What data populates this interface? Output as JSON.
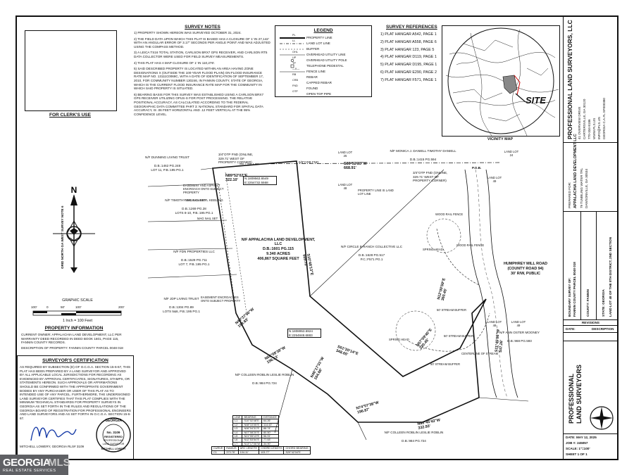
{
  "clerk": {
    "label": "FOR CLERK'S USE"
  },
  "survey_notes": {
    "title": "SURVEY NOTES",
    "items": [
      "1) PROPERTY SHOWN HEREON WAS SURVEYED OCTOBER 31, 2024.",
      "2) THE FIELD DATA UPON WHICH THIS PLAT IS BASED HAS A CLOSURE OF 1' IN 27,142' WITH AN ANGULAR ERROR OF 3.17\" SECONDS PER ANGLE POINT AND WAS ADJUSTED USING THE COMPASS METHOD.",
      "3) A LEICA TS16 TOTAL STATION, CARLSON BRX7 GPS RECEIVER, AND CARLSON RT5 DATA COLLECTOR WERE USED FOR FIELD SURVEY MEASUREMENTS.",
      "4) THIS PLAT HAS A MAP CLOSURE OF 1' IN 110,276'.",
      "5) SAID DESCRIBED PROPERTY IS LOCATED WITHIN AN AREA HAVING ZONE DESIGNATIONS X (OUTSIDE THE 100-YEAR FLOOD PLAIN) ON FLOOD INSURANCE RATE MAP NO. 13111C0068C, WITH A DATE OF IDENTIFICATION OF SEPTEMBER 17, 2010, FOR COMMUNITY NUMBER 130246, IN FANNIN COUNTY, STATE OF GEORGIA, WHICH IS THE CURRENT FLOOD INSURANCE RATE MAP FOR THE COMMUNITY IN WHICH SAID PROPERTY IS SITUATED.",
      "6) BEARING BASIS FOR THIS SURVEY WAS ESTABLISHED USING A CARLSON BRX7 GPS RECEIVER UTILIZING OPUS-S FOR POST PROCESSING. THE RELATIVE POSITIONAL ACCURACY, AS CALCULATED ACCORDING TO THE FEDERAL GEOGRAPHIC DATA COMMITTEE PART 3: NATIONAL STANDARD FOR SPATIAL DATA ACCURACY, IS .06 FEET HORIZONTAL AND .12 FEET VERTICAL AT THE 95% CONFIDENCE LEVEL."
    ]
  },
  "legend": {
    "title": "LEGEND",
    "rows": [
      {
        "symbol": "PL",
        "label": "PROPERTY LINE"
      },
      {
        "symbol": "LL",
        "label": "LAND LOT LINE"
      },
      {
        "symbol": "",
        "label": "BUFFER"
      },
      {
        "symbol": "OHL",
        "label": "OVERHEAD UTILITY LINE"
      },
      {
        "symbol": "UP",
        "label": "OVERHEAD UTILITY POLE"
      },
      {
        "symbol": "TP",
        "label": "TELEPHONE PEDESTAL"
      },
      {
        "symbol": "—X—",
        "label": "FENCE LINE"
      },
      {
        "symbol": "RB",
        "label": "REBAR"
      },
      {
        "symbol": "CRB",
        "label": "CAPPED REBAR"
      },
      {
        "symbol": "FND",
        "label": "FOUND"
      },
      {
        "symbol": "OTP",
        "label": "OPEN TOP PIPE"
      }
    ]
  },
  "survey_references": {
    "title": "SURVEY REFERENCES",
    "items": [
      "1) PLAT HANGAR A542, PAGE 1",
      "2) PLAT HANGAR A558, PAGE 6",
      "3) PLAT HANGAR 123, PAGE 5",
      "4) PLAT HANGAR D119, PAGE 1",
      "5) PLAT HANGAR D195, PAGE 1",
      "6) PLAT HANGAR E290, PAGE 2",
      "7) PLAT HANGAR F571, PAGE 1"
    ]
  },
  "vicinity": {
    "site_label": "SITE",
    "caption": "VICINITY MAP"
  },
  "title_block": {
    "firm_name": "PROFESSIONAL LAND SURVEYORS, LLC",
    "firm_address": [
      "41 OVERVIEW DRIVE",
      "CARTERSVILLE, GA 30120",
      "770-334-8186",
      "WWW.PLS.US",
      "INFO@PLS.US",
      "GEORGIA C.A.#L.SF000380"
    ],
    "prepared_for_label": "PREPARED FOR:",
    "client_name": "APPALACHIA LAND DEVELOPMENT LLC",
    "client_address": [
      "79 TUMBLING WATER TRL",
      "DAWSONVILLE, GA 30534"
    ],
    "boundary_label": "BOUNDARY SURVEY OF:",
    "boundary_parcel": "FANNIN COUNTY PARCEL 0048 018",
    "county": "COUNTY: FANNIN",
    "land_lot": "LAND LOT 48 OF THE 8TH DISTRICT, 2ND SECTION",
    "state": "STATE: GEORGIA",
    "revisions_title": "REVISIONS",
    "rev_date": "DATE:",
    "rev_desc": "DESCRIPTION",
    "logo_text": [
      "PROFESSIONAL",
      "LAND SURVEYORS"
    ],
    "date": "DATE: MAY 12, 2025",
    "job": "JOB #: 245057",
    "scale": "SCALE: 1\"=100'",
    "sheet": "SHEET 1 OF 1"
  },
  "north": {
    "label": "GRID NORTH GA WEST SURVEY NOTE 6",
    "letter": "N"
  },
  "graphic_scale": {
    "title": "GRAPHIC SCALE",
    "ticks": [
      "100'",
      "0",
      "50'",
      "100'",
      "200'"
    ],
    "ratio": "1 Inch = 100 Feet"
  },
  "property_info": {
    "title": "PROPERTY INFORMATION",
    "current_owner": "CURRENT OWNER: APPALACHIA LAND DEVELOPMENT, LLC PER WARRANTY DEED RECORDED IN DEED BOOK 1601, PAGE 115, FANNIN COUNTY RECORDS.",
    "description": "DESCRIPTION OF PROPERTY: FANNIN COUNTY PARCEL 0048 018"
  },
  "certification": {
    "title": "SURVEYOR'S CERTIFICATION",
    "text": "AS REQUIRED BY SUBSECTION (D) OF O.C.G.A. SECTION 15-6-67, THIS PLAT HAS BEEN PREPARED BY A LAND SURVEYOR AND APPROVED BY ALL APPLICABLE LOCAL JURISDICTIONS FOR RECORDING AS EVIDENCED BY APPROVAL CERTIFICATES, SIGNATURES, STAMPS, OR STATEMENTS HEREON. SUCH APPROVALS OR AFFIRMATIONS SHOULD BE CONFIRMED WITH THE APPROPRIATE GOVERNMENT BODIES BY ANY PURCHASER OR USER OF THIS PLAT AS TO INTENDED USE OF ANY PARCEL. FURTHERMORE, THE UNDERSIGNED LAND SURVEYOR CERTIFIES THAT THIS PLAT COMPLIES WITH THE MINIMUM TECHNICAL STANDARDS FOR PROPERTY SURVEYS IN GEORGIA AS SET FORTH IN THE RULES AND REGULATIONS OF THE GEORGIA BOARD OF REGISTRATION FOR PROFESSIONAL ENGINEERS AND LAND SURVEYORS AND AS SET FORTH IN O.C.G.A. SECTION 15-6-67.",
    "signer": "MITCHELL LOWERY, GEORGIA RLS# 3109",
    "seal": [
      "GEORGIA",
      "No. 3109",
      "REGISTERED",
      "PROFESSIONAL",
      "LAND SURVEYOR",
      "MITCHELL LOWERY"
    ]
  },
  "plat": {
    "parcel_name": "N/F APPALACHIA LAND DEVELOPMENT, LLC",
    "parcel_deed": "D.B.:1601 PG.115",
    "parcel_acres": "9.340 ACRES",
    "parcel_sqft": "406,867 SQUARE FEET",
    "neighbors": [
      {
        "name": "N/F DUNNING LIVING TRUST",
        "deed": "D.B.:1462 PG.248",
        "lot": "LOT 11, P.B.:195 PG.1"
      },
      {
        "name": "N/F TIMOTHY WILK CHERYL KEELING",
        "deed": "D.B.:1269 PG.28",
        "lot": "LOTS 8-10, P.B.:195 PG.1"
      },
      {
        "name": "N/F FDN PROPERTIES LLC",
        "deed": "D.B.:1529 PG.711",
        "lot": "LOT 7, P.B.:195 PG.1"
      },
      {
        "name": "N/F JDP LIVING TRUST",
        "deed": "D.B.:1304 PG.89",
        "lot": "LOTS 5&6, P.B.:195 PG.1"
      },
      {
        "name": "N/F MONICA J. DANIELL TIMOTHY DANIELL",
        "deed": "D.B.:1415 PG.594",
        "lot": ""
      },
      {
        "name": "N/F CIRCLE B RANCH COLLECTIVE LLC",
        "deed": "D.B.:1628 PG.517",
        "lot": "P.C.:F571 PG.1"
      },
      {
        "name": "N/F ANN OSTER MOONEY",
        "deed": "D.B.:968 PG.593",
        "lot": ""
      },
      {
        "name": "N/F COLLEEN ROBLIN LESLIE ROBLIN",
        "deed": "D.B.:984 PG.724",
        "lot": ""
      },
      {
        "name": "N/F COLLEEN ROBLIN LESLIE ROBLIN",
        "deed": "D.B.:984 PG.724",
        "lot": ""
      }
    ],
    "bearings": [
      {
        "text": "N89°52'02\"E 322.10'"
      },
      {
        "text": "S89°52'23\"W 668.91'"
      },
      {
        "text": "S10°48'13\"E 609.72'"
      },
      {
        "text": "S61°20'14\"E 348.65'"
      },
      {
        "text": "N57°09'40\"E 220.45'"
      },
      {
        "text": "N12°00'59\"E 360.45'"
      },
      {
        "text": "S11°45'05\"W 547.26'"
      },
      {
        "text": "N80°45'43\"W 332.93'"
      },
      {
        "text": "N74°07'38\"W 196.87'"
      },
      {
        "text": "N46°17'31\"W 164.66'"
      },
      {
        "text": "N66°08'38\"W 196.13'"
      },
      {
        "text": "N40°37'50\"W 159.83'"
      }
    ],
    "coords": [
      {
        "text": "N:1809563.6549 E:2254732.5568"
      },
      {
        "text": "N:1808953.6924 E:2254848.6883"
      }
    ],
    "fnd_labels": [
      "3/4\"OTP FND (ONLINE, 329.71' WEST OF PROPERTY CORNER)",
      "3/4\"OTP FND (ONLINE, 329.71' WEST OF PROPERTY CORNER)",
      "5/8\"CRB FND"
    ],
    "road": {
      "name": "HUMPHREY MILL ROAD",
      "sub": "(COUNTY ROAD 94)",
      "rw": "30' R/W, PUBLIC"
    },
    "notes": [
      "EASEMENT AND ASPHALT ENCROACH ONTO SUBJECT PROPERTY",
      "EASEMENT ENCROACHES ONTO SUBJECT PROPERTY",
      "PROPERTY LINE IS LAND LOT LINE",
      "WOOD RAIL FENCE",
      "WOOD RAIL FENCE",
      "SPRING HEAD",
      "SPRING HEAD",
      "50' STREAM BUFFER",
      "50' STREAM BUFFER",
      "50' STREAM BUFFER",
      "CENTERLINE OF STREAM",
      "MAG NAIL SET",
      "MAG NAIL SET"
    ],
    "land_lots": [
      "LAND LOT 25",
      "LAND LOT 48",
      "LAND LOT 24",
      "LAND LOT 49",
      "LAND LOT 48",
      "LAND LOT 49"
    ],
    "pob_label": "P.O.B."
  },
  "line_table": {
    "headers": [
      "LINE",
      "BEARING",
      "DISTANCE"
    ],
    "rows": [
      [
        "L1",
        "S10°02'48\"E",
        "64.26'"
      ],
      [
        "L2",
        "N08°10'05\"E",
        "114.43'"
      ],
      [
        "L3",
        "N06°04'31\"E",
        "88.74'"
      ],
      [
        "L4",
        "N07°08'20\"E",
        "80.50'"
      ],
      [
        "L5",
        "N21°05'13\"E",
        "56.91'"
      ],
      [
        "L6",
        "N12°53'54\"E",
        "77.53'"
      ],
      [
        "L7",
        "N13°17'06\"W",
        "34.90'"
      ]
    ],
    "curve_headers": [
      "CURVE",
      "RADIUS",
      "ARC LENGTH",
      "CHORD LENGTH",
      "CHORD BEARING"
    ],
    "curve_row": [
      "C1",
      "373.78'",
      "104.11'",
      "103.77'",
      "S29°42'04\"E"
    ]
  },
  "watermark": {
    "brand": "GEORGIA",
    "brand2": "MLS",
    "sub": "REAL ESTATE SERVICES"
  }
}
